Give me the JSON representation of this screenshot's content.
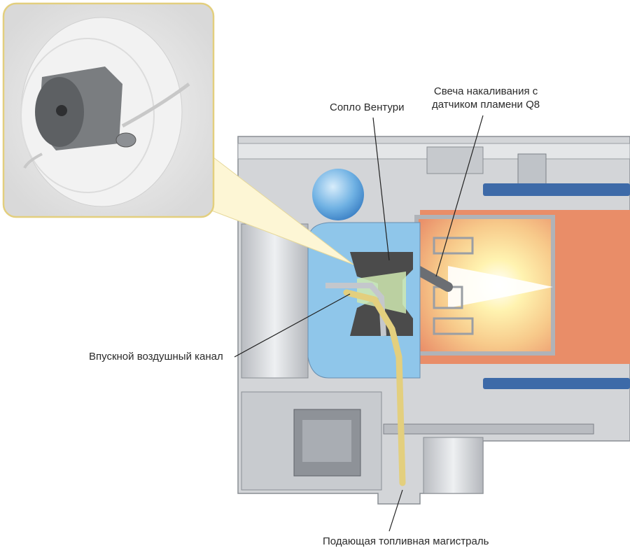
{
  "labels": {
    "venturi": "Сопло Вентури",
    "glow_plug_line1": "Свеча накаливания с",
    "glow_plug_line2": "датчиком пламени Q8",
    "intake": "Впускной воздушный канал",
    "fuel_line": "Подающая топливная магистраль"
  },
  "colors": {
    "housing": "#d3d5d8",
    "housing_dark": "#a9adb3",
    "blue_fill": "#8fc6ea",
    "deep_blue": "#3d6aa8",
    "flame_core": "#fff6c0",
    "flame_outer": "#e8764a",
    "chamber": "#e98d68",
    "fuel_yellow": "#e3cf7e",
    "nozzle": "#4b4b4b"
  }
}
